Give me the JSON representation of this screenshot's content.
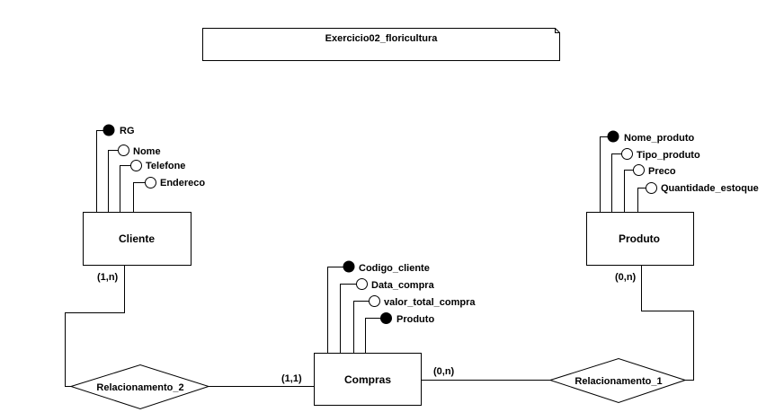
{
  "title": "Exercicio02_floricultura",
  "entities": {
    "cliente": {
      "name": "Cliente",
      "attributes": [
        {
          "name": "RG",
          "key": true
        },
        {
          "name": "Nome",
          "key": false
        },
        {
          "name": "Telefone",
          "key": false
        },
        {
          "name": "Endereco",
          "key": false
        }
      ]
    },
    "produto": {
      "name": "Produto",
      "attributes": [
        {
          "name": "Nome_produto",
          "key": true
        },
        {
          "name": "Tipo_produto",
          "key": false
        },
        {
          "name": "Preco",
          "key": false
        },
        {
          "name": "Quantidade_estoque",
          "key": false
        }
      ]
    },
    "compras": {
      "name": "Compras",
      "attributes": [
        {
          "name": "Codigo_cliente",
          "key": true
        },
        {
          "name": "Data_compra",
          "key": false
        },
        {
          "name": "valor_total_compra",
          "key": false
        },
        {
          "name": "Produto",
          "key": true
        }
      ]
    }
  },
  "relationships": {
    "rel1": {
      "name": "Relacionamento_1",
      "card_produto": "(0,n)",
      "card_compras": "(0,n)"
    },
    "rel2": {
      "name": "Relacionamento_2",
      "card_cliente": "(1,n)",
      "card_compras": "(1,1)"
    }
  }
}
